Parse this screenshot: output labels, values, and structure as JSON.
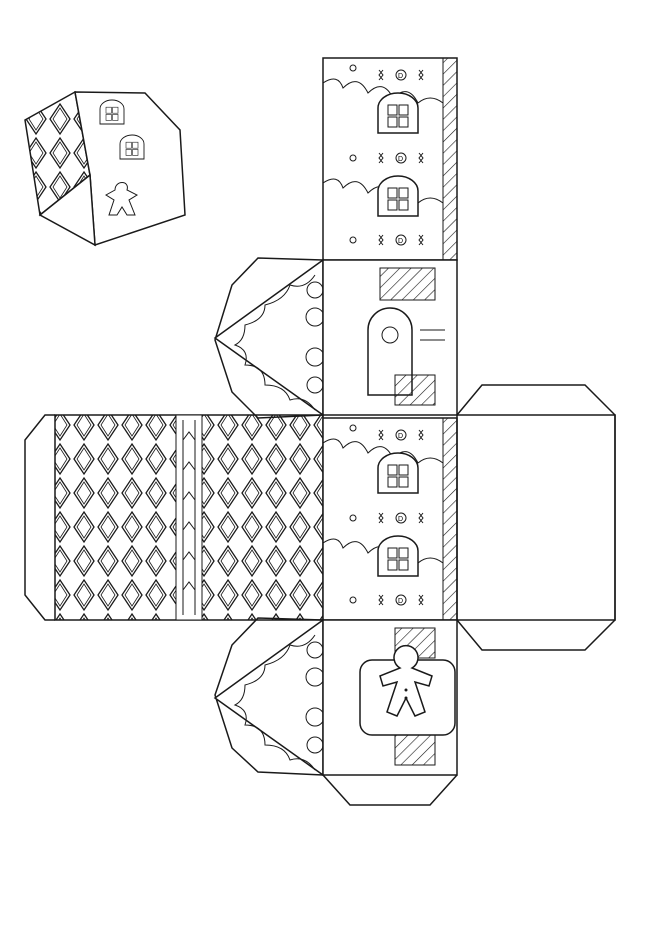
{
  "colors": {
    "ink": "#1a1a1a",
    "paper": "#ffffff"
  },
  "template": {
    "kind": "gingerbread-house-papercraft",
    "panels": 4,
    "gables": 2,
    "roof_panels": 2,
    "base_panels": 1
  }
}
